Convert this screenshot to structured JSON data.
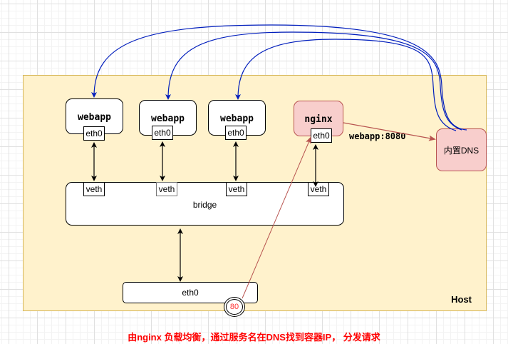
{
  "host": {
    "label": "Host"
  },
  "containers": [
    {
      "name": "webapp",
      "port": "eth0",
      "veth": "veth"
    },
    {
      "name": "webapp",
      "port": "eth0",
      "veth": "veth"
    },
    {
      "name": "webapp",
      "port": "eth0",
      "veth": "veth"
    },
    {
      "name": "nginx",
      "port": "eth0",
      "veth": "veth"
    }
  ],
  "bridge": {
    "label": "bridge"
  },
  "host_interface": {
    "label": "eth0",
    "port": "80"
  },
  "dns": {
    "label": "内置DNS"
  },
  "route_label": "webapp:8080",
  "caption": "由nginx 负载均衡，通过服务名在DNS找到容器IP， 分发请求",
  "colors": {
    "host_fill": "#fff2cc",
    "host_border": "#d6b656",
    "nginx_fill": "#f8cecc",
    "nginx_border": "#b85450",
    "dns_link": "#001dbc",
    "request_line": "#b85450",
    "caption": "#ff0000"
  }
}
